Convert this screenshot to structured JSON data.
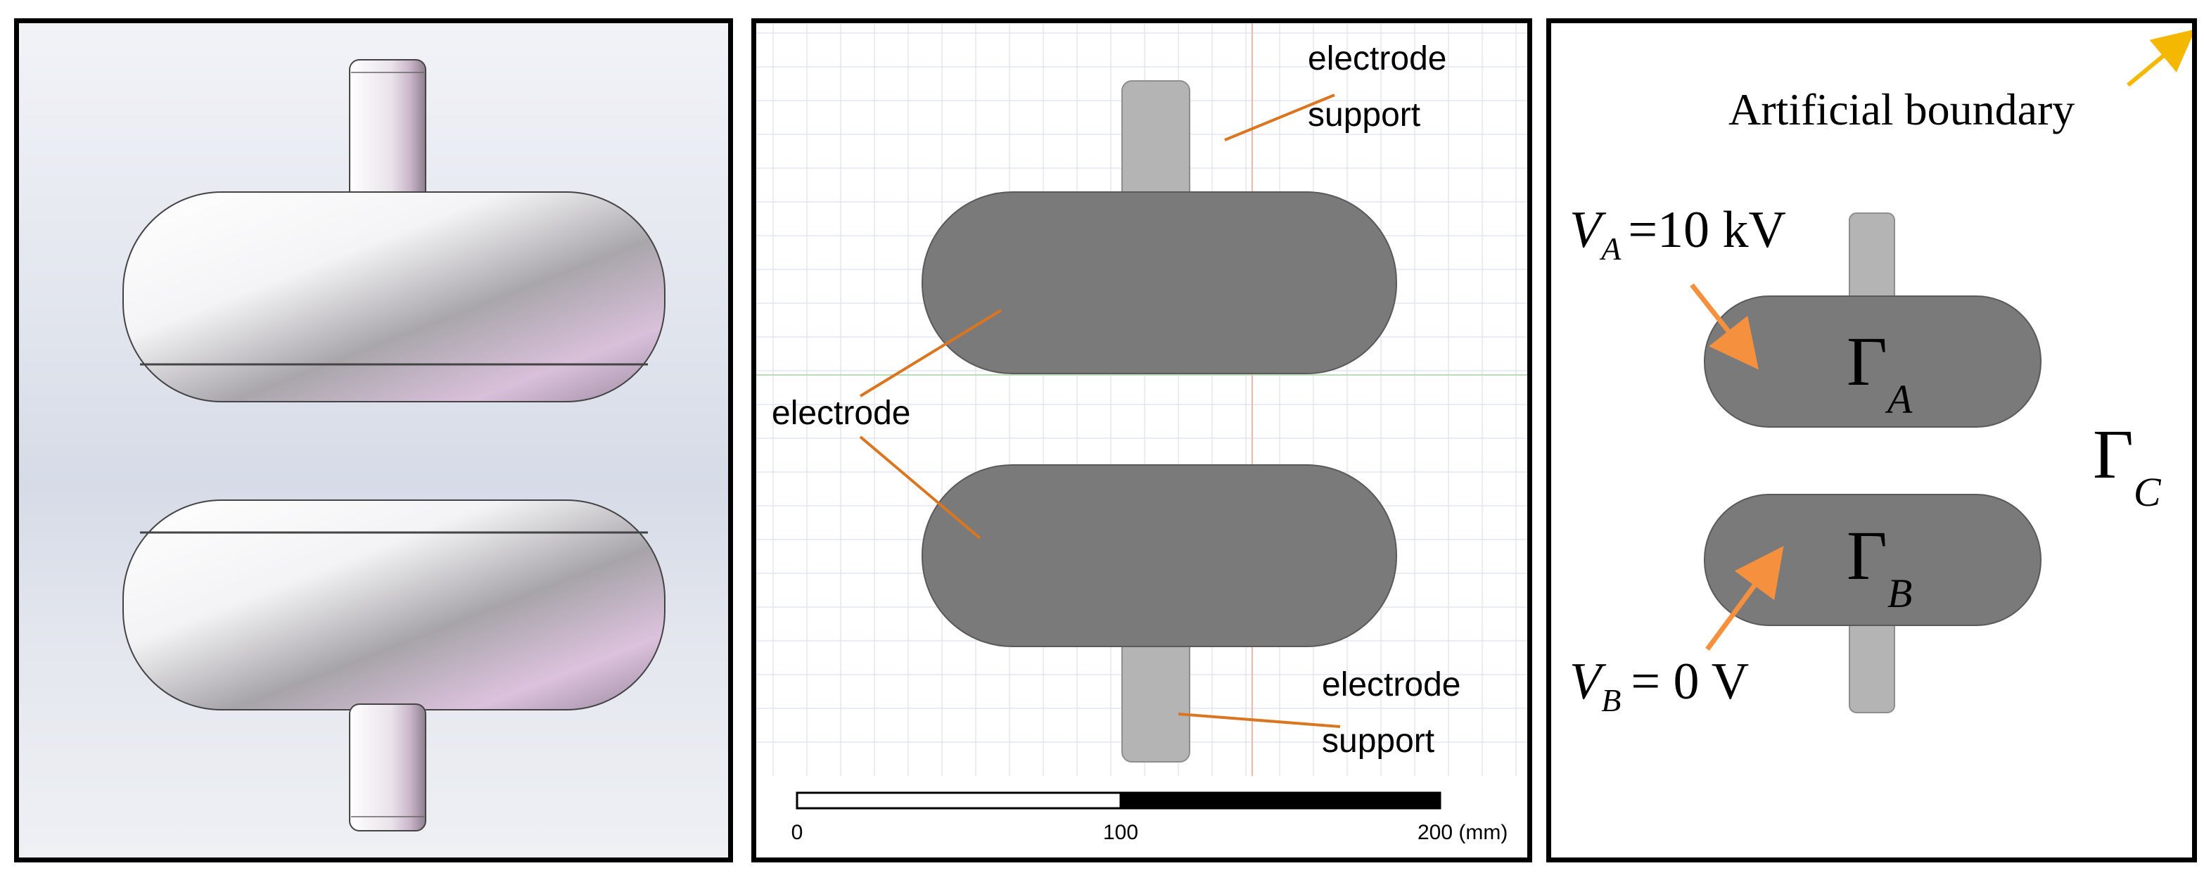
{
  "panel_2d": {
    "label_electrode": "electrode",
    "label_support_top_line1": "electrode",
    "label_support_top_line2": "support",
    "label_support_bottom_line1": "electrode",
    "label_support_bottom_line2": "support",
    "scale_ticks": [
      "0",
      "100",
      "200 (mm)"
    ]
  },
  "panel_bc": {
    "artificial_boundary": "Artificial boundary",
    "va_symbol": "V",
    "va_sub": "A",
    "va_value": "=10 kV",
    "vb_symbol": "V",
    "vb_sub": "B",
    "vb_value": "= 0 V",
    "gamma_a_symbol": "Γ",
    "gamma_a_sub": "A",
    "gamma_b_symbol": "Γ",
    "gamma_b_sub": "B",
    "gamma_c_symbol": "Γ",
    "gamma_c_sub": "C"
  },
  "colors": {
    "electrode_fill": "#7a7a7a",
    "support_fill": "#b4b4b4",
    "leader_line": "#d9761f",
    "arrow": "#f5913e",
    "boundary_arrow": "#f5b800"
  }
}
